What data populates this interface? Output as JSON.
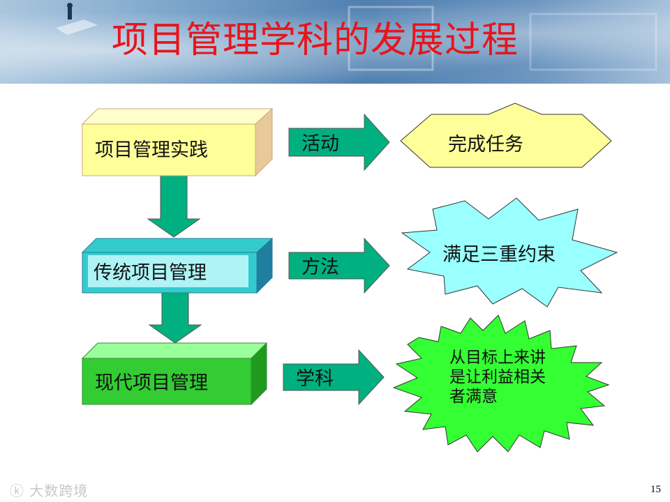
{
  "title": "项目管理学科的发展过程",
  "boxes": [
    {
      "label": "项目管理实践"
    },
    {
      "label": "传统项目管理"
    },
    {
      "label": "现代项目管理"
    }
  ],
  "arrows": [
    {
      "label": "活动"
    },
    {
      "label": "方法"
    },
    {
      "label": "学科"
    }
  ],
  "outcomes": [
    {
      "label": "完成任务"
    },
    {
      "label": "满足三重约束"
    },
    {
      "lines": [
        "从目标上来讲",
        "是让利益相关",
        "者满意"
      ]
    }
  ],
  "colors": {
    "title": "#e8141b",
    "box1": "#ffff99",
    "box2": "#33cccc",
    "box3": "#33cc33",
    "arrow": "#00b080",
    "outcome1": "#ffff99",
    "outcome2": "#99ffff",
    "outcome3": "#33ff33"
  },
  "watermark": "大数跨境",
  "page_number": "15"
}
